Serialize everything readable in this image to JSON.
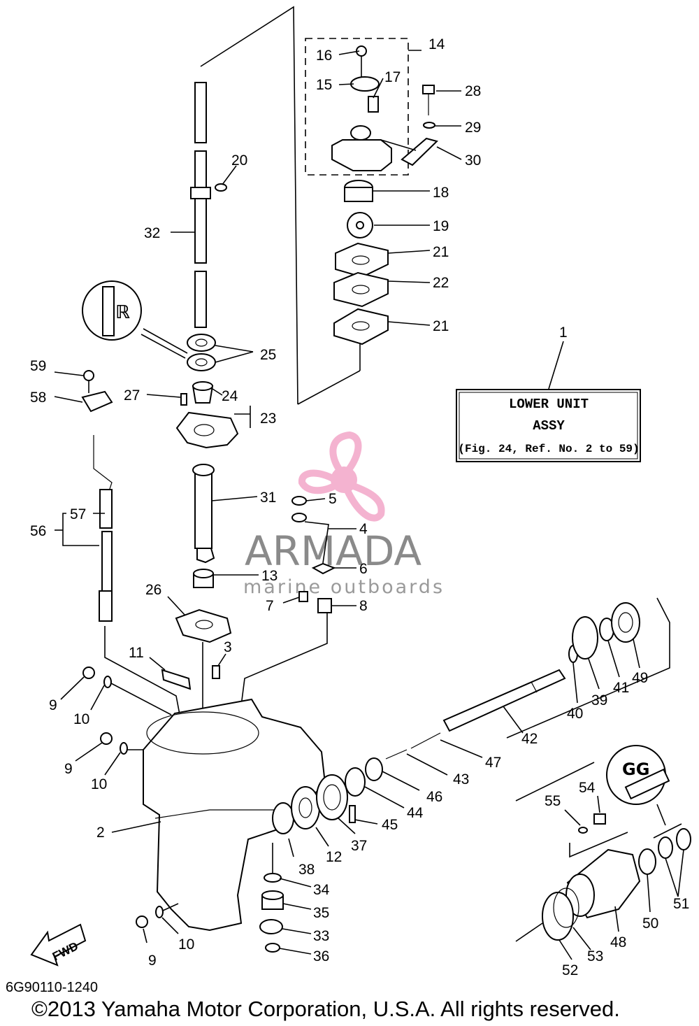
{
  "assembly_label": {
    "line1": "LOWER UNIT",
    "line2": "ASSY",
    "line3": "(Fig. 24, Ref. No. 2 to 59)"
  },
  "watermark": {
    "brand": "ARMADA",
    "tagline": "marine outboards",
    "logo_color": "#f4b3d0"
  },
  "inset_marks": {
    "top": "ℝ",
    "grease": "GG"
  },
  "fwd_label": "FWD",
  "diagram_code": "6G90110-1240",
  "copyright": "©2013 Yamaha Motor Corporation, U.S.A. All rights reserved.",
  "callouts": [
    {
      "id": "n1",
      "label": "1"
    },
    {
      "id": "n2",
      "label": "2"
    },
    {
      "id": "n3",
      "label": "3"
    },
    {
      "id": "n4",
      "label": "4"
    },
    {
      "id": "n5",
      "label": "5"
    },
    {
      "id": "n6",
      "label": "6"
    },
    {
      "id": "n7",
      "label": "7"
    },
    {
      "id": "n8",
      "label": "8"
    },
    {
      "id": "n9a",
      "label": "9"
    },
    {
      "id": "n9b",
      "label": "9"
    },
    {
      "id": "n9c",
      "label": "9"
    },
    {
      "id": "n10a",
      "label": "10"
    },
    {
      "id": "n10b",
      "label": "10"
    },
    {
      "id": "n10c",
      "label": "10"
    },
    {
      "id": "n11",
      "label": "11"
    },
    {
      "id": "n12",
      "label": "12"
    },
    {
      "id": "n13",
      "label": "13"
    },
    {
      "id": "n14",
      "label": "14"
    },
    {
      "id": "n15",
      "label": "15"
    },
    {
      "id": "n16",
      "label": "16"
    },
    {
      "id": "n17",
      "label": "17"
    },
    {
      "id": "n18",
      "label": "18"
    },
    {
      "id": "n19",
      "label": "19"
    },
    {
      "id": "n20",
      "label": "20"
    },
    {
      "id": "n21a",
      "label": "21"
    },
    {
      "id": "n21b",
      "label": "21"
    },
    {
      "id": "n22",
      "label": "22"
    },
    {
      "id": "n23",
      "label": "23"
    },
    {
      "id": "n24",
      "label": "24"
    },
    {
      "id": "n25",
      "label": "25"
    },
    {
      "id": "n26",
      "label": "26"
    },
    {
      "id": "n27",
      "label": "27"
    },
    {
      "id": "n28",
      "label": "28"
    },
    {
      "id": "n29",
      "label": "29"
    },
    {
      "id": "n30",
      "label": "30"
    },
    {
      "id": "n31",
      "label": "31"
    },
    {
      "id": "n32",
      "label": "32"
    },
    {
      "id": "n33",
      "label": "33"
    },
    {
      "id": "n34",
      "label": "34"
    },
    {
      "id": "n35",
      "label": "35"
    },
    {
      "id": "n36",
      "label": "36"
    },
    {
      "id": "n37",
      "label": "37"
    },
    {
      "id": "n38",
      "label": "38"
    },
    {
      "id": "n39",
      "label": "39"
    },
    {
      "id": "n40",
      "label": "40"
    },
    {
      "id": "n41",
      "label": "41"
    },
    {
      "id": "n42",
      "label": "42"
    },
    {
      "id": "n43",
      "label": "43"
    },
    {
      "id": "n44",
      "label": "44"
    },
    {
      "id": "n45",
      "label": "45"
    },
    {
      "id": "n46",
      "label": "46"
    },
    {
      "id": "n47",
      "label": "47"
    },
    {
      "id": "n48",
      "label": "48"
    },
    {
      "id": "n49",
      "label": "49"
    },
    {
      "id": "n50",
      "label": "50"
    },
    {
      "id": "n51",
      "label": "51"
    },
    {
      "id": "n52",
      "label": "52"
    },
    {
      "id": "n53",
      "label": "53"
    },
    {
      "id": "n54",
      "label": "54"
    },
    {
      "id": "n55",
      "label": "55"
    },
    {
      "id": "n56",
      "label": "56"
    },
    {
      "id": "n57",
      "label": "57"
    },
    {
      "id": "n58",
      "label": "58"
    },
    {
      "id": "n59",
      "label": "59"
    }
  ]
}
